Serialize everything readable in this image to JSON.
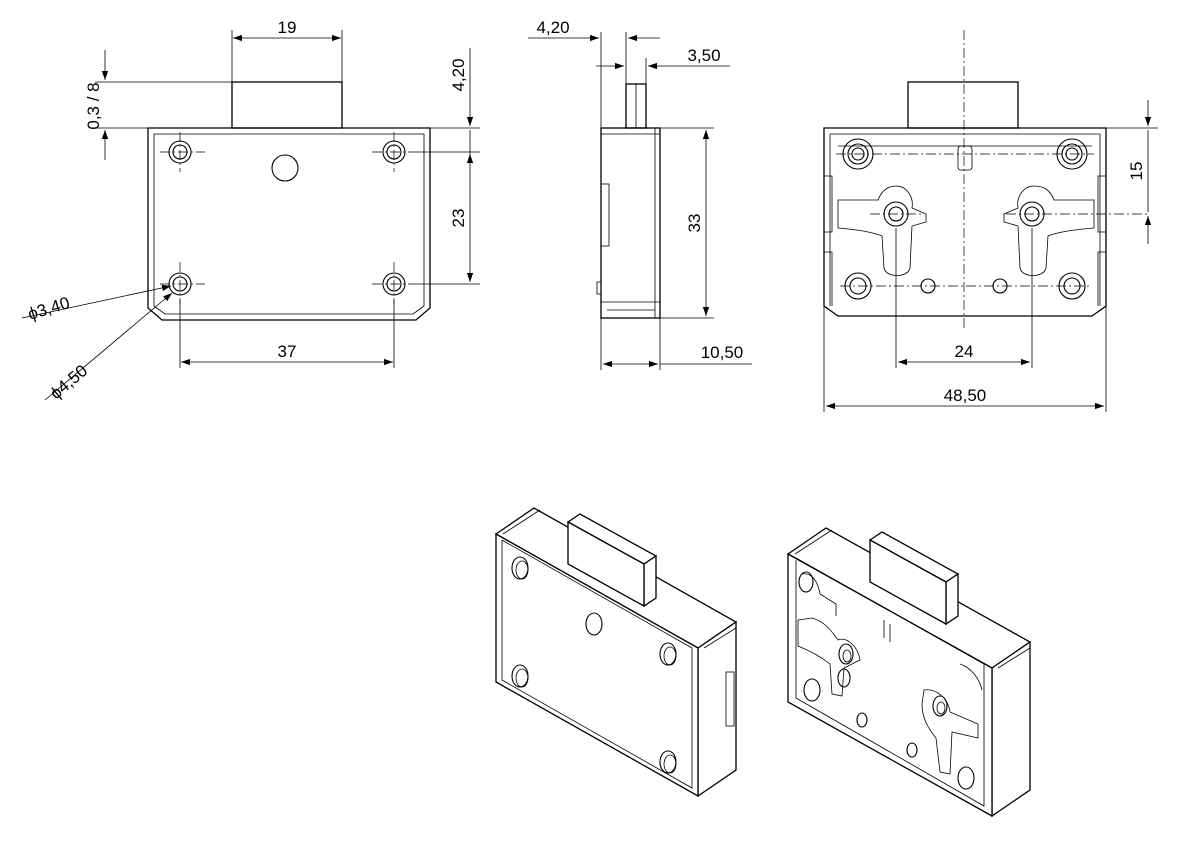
{
  "dimensions": {
    "front_width": "19",
    "front_offset": "0,3 / 8",
    "front_bolt_height": "4,20",
    "front_vertical": "23",
    "front_horizontal": "37",
    "hole_small": "3,40",
    "hole_large": "4,50",
    "side_bolt_offset": "4,20",
    "side_bolt_width": "3,50",
    "side_height": "33",
    "side_depth": "10,50",
    "back_vertical": "15",
    "back_keyhole_spacing": "24",
    "back_width": "48,50"
  },
  "symbols": {
    "diameter": "ϕ"
  }
}
